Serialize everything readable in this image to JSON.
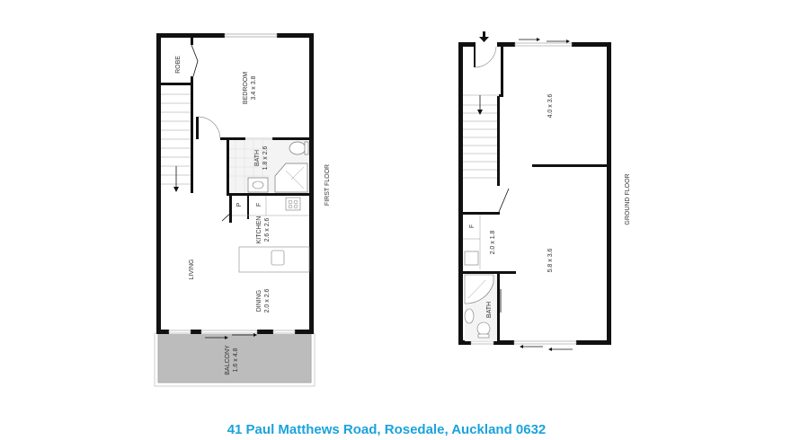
{
  "header": {
    "logo_text": "",
    "brand_color": "#1aa3dc"
  },
  "first_floor": {
    "label": "FIRST FLOOR",
    "rooms": {
      "robe": "ROBE",
      "bedroom": "BEDROOM",
      "bedroom_size": "3.4 x 3.8",
      "bath": "BATH",
      "bath_size": "1.8 x 2.6",
      "pantry": "P",
      "fridge": "F",
      "kitchen": "KITCHEN",
      "kitchen_size": "2.6 x 2.6",
      "living": "LIVING",
      "dining": "DINING",
      "dining_size": "2.0 x 2.6",
      "balcony": "BALCONY",
      "balcony_size": "1.6 x 4.8"
    }
  },
  "ground_floor": {
    "label": "GROUND FLOOR",
    "rooms": {
      "upper_room_size": "4.0 x 3.6",
      "fridge": "F",
      "laundry_size": "2.0 x 1.8",
      "lower_room_size": "5.8 x 3.6",
      "bath": "BATH"
    }
  },
  "footer": {
    "address": "41 Paul Matthews Road, Rosedale, Auckland 0632",
    "address_color": "#1aa3dc"
  }
}
